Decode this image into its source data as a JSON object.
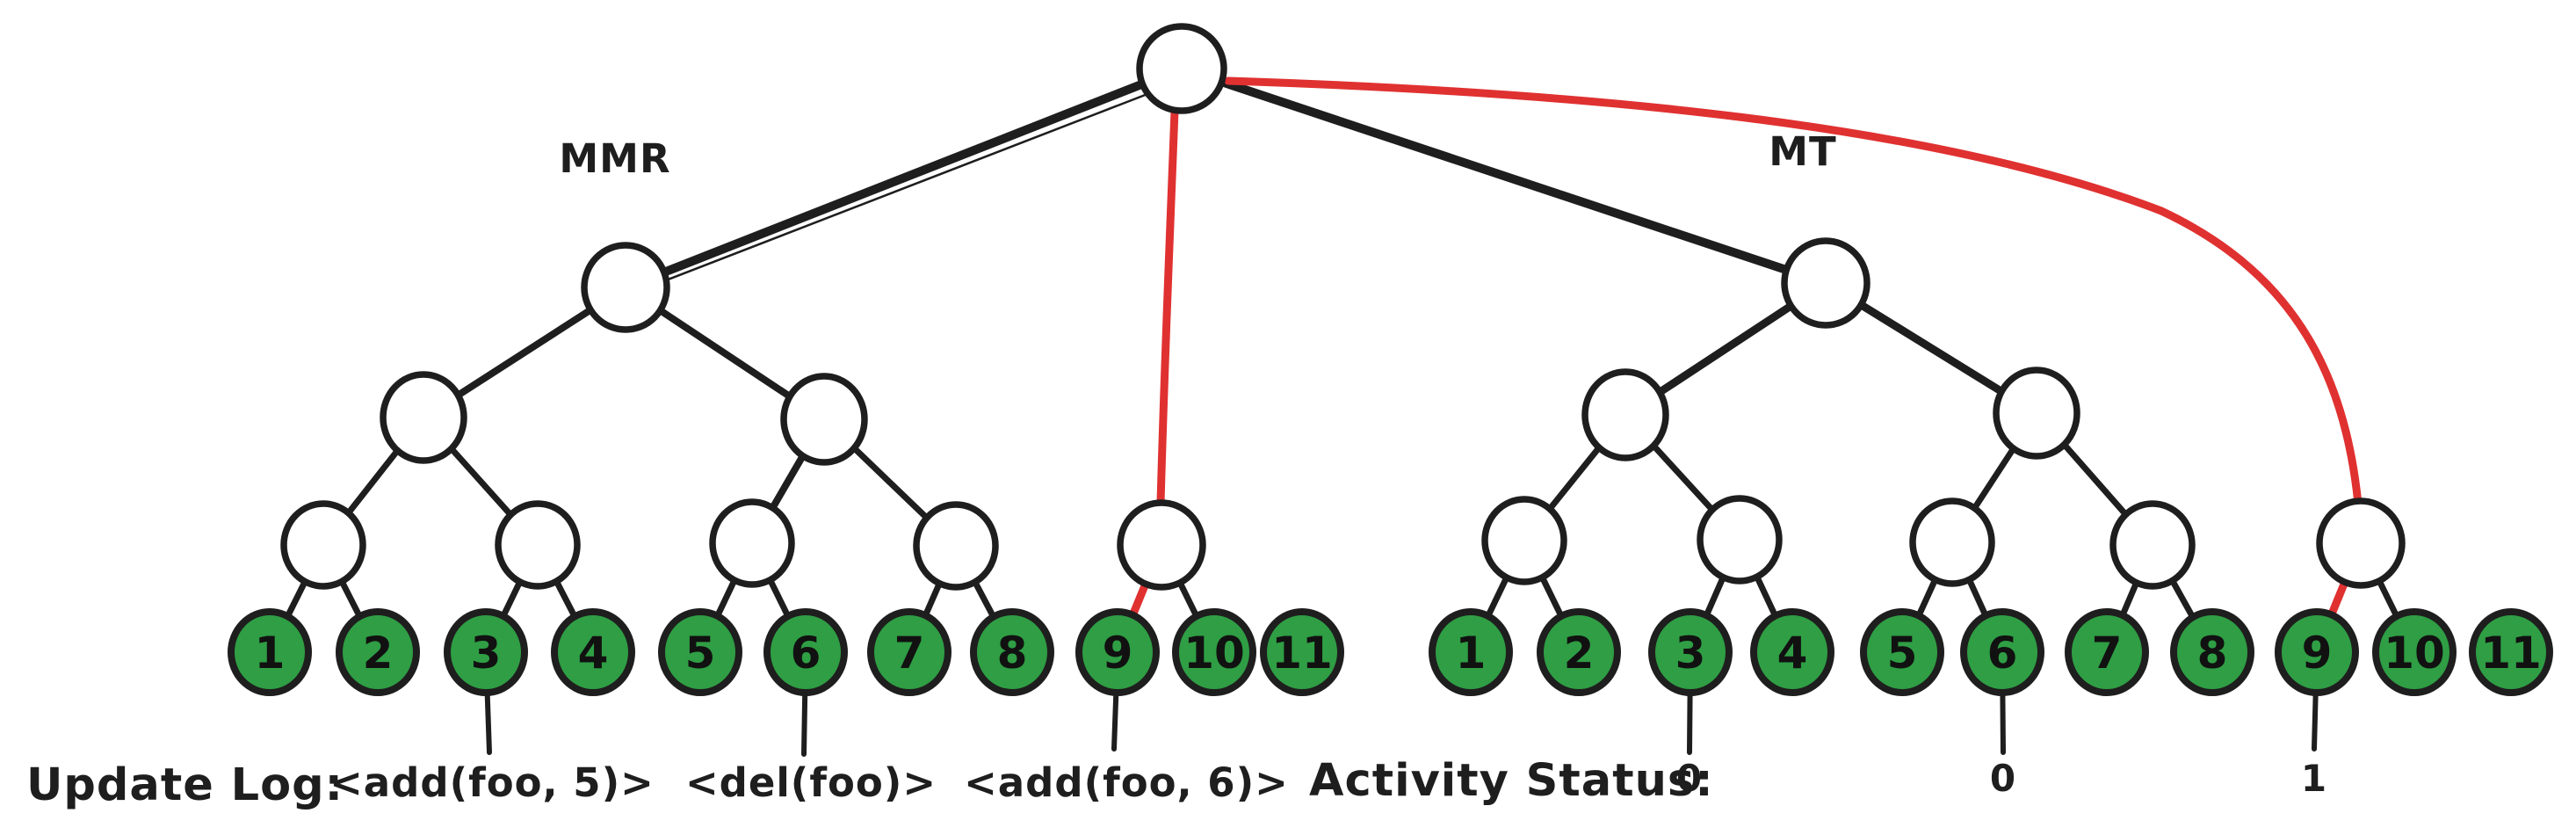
{
  "diagram": {
    "colors": {
      "stroke": "#1e1e1e",
      "leaf_fill": "#2f9e44",
      "highlight_red": "#e03131",
      "node_fill": "#ffffff"
    },
    "left_tree": {
      "label": "MMR",
      "leaves": [
        "1",
        "2",
        "3",
        "4",
        "5",
        "6",
        "7",
        "8",
        "9",
        "10",
        "11"
      ]
    },
    "right_tree": {
      "label": "MT",
      "leaves": [
        "1",
        "2",
        "3",
        "4",
        "5",
        "6",
        "7",
        "8",
        "9",
        "10",
        "11"
      ]
    },
    "update_log": {
      "label": "Update Log:",
      "entries": [
        "<add(foo, 5)>",
        "<del(foo)>",
        "<add(foo, 6)>"
      ]
    },
    "activity_status": {
      "label": "Activity Status:",
      "values": [
        "0",
        "0",
        "1"
      ]
    }
  }
}
